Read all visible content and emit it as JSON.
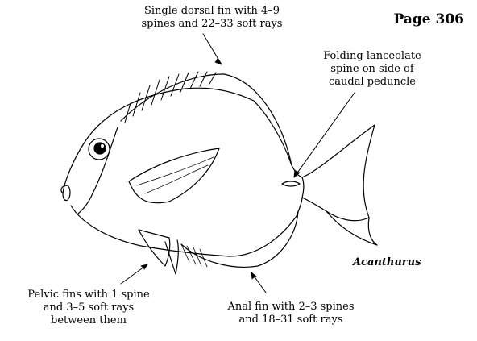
{
  "page_label": "Page 306",
  "genus_label": "Acanthurus",
  "annotations": {
    "dorsal_fin": "Single dorsal fin with 4–9\nspines and 22–33 soft rays",
    "caudal_spine": "Folding lanceolate\nspine on side of\ncaudal peduncle",
    "pelvic_fins": "Pelvic fins with 1 spine\nand 3–5 soft rays\nbetween them",
    "anal_fin": "Anal fin with 2–3 spines\nand 18–31 soft rays"
  },
  "colors": {
    "ink": "#000000",
    "background": "#ffffff"
  }
}
